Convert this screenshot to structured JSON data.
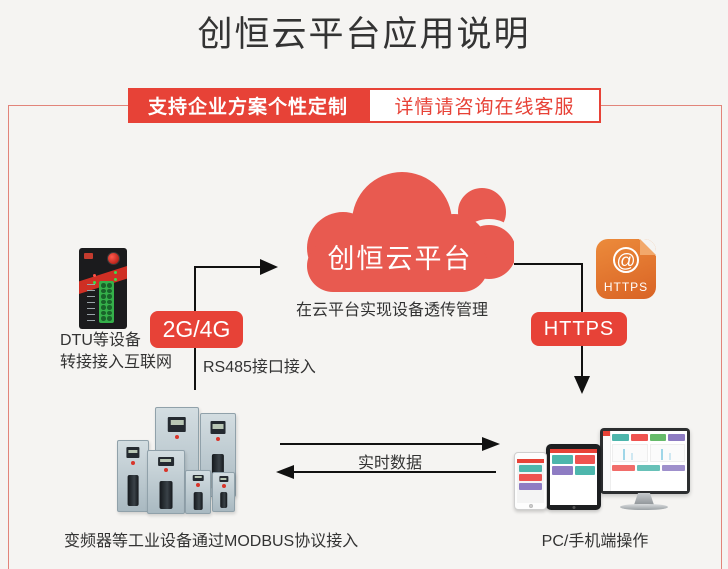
{
  "page": {
    "title": "创恒云平台应用说明"
  },
  "banner": {
    "left_label": "支持企业方案个性定制",
    "right_label": "详情请咨询在线客服"
  },
  "cloud": {
    "label": "创恒云平台",
    "caption": "在云平台实现设备透传管理"
  },
  "left_flow": {
    "device_caption_line1": "DTU等设备",
    "device_caption_line2": "转接接入互联网",
    "badge_label": "2G/4G",
    "port_label": "RS485接口接入"
  },
  "right_flow": {
    "badge_label": "HTTPS",
    "icon_symbol": "@",
    "icon_label": "HTTPS"
  },
  "bottom": {
    "equipment_caption": "变频器等工业设备通过MODBUS协议接入",
    "realtime_label": "实时数据",
    "pc_caption": "PC/手机端操作"
  },
  "colors": {
    "brand_red": "#e74237",
    "cloud_red": "#e85a50",
    "https_icon_orange": "#e0722e",
    "frame_border": "#e2847a",
    "background": "#f5f4f2",
    "text": "#333333",
    "dashboard_teal": "#4db6ac",
    "dashboard_red": "#ef5350",
    "dashboard_green": "#66bb6a",
    "dashboard_purple": "#8e7cc3"
  }
}
